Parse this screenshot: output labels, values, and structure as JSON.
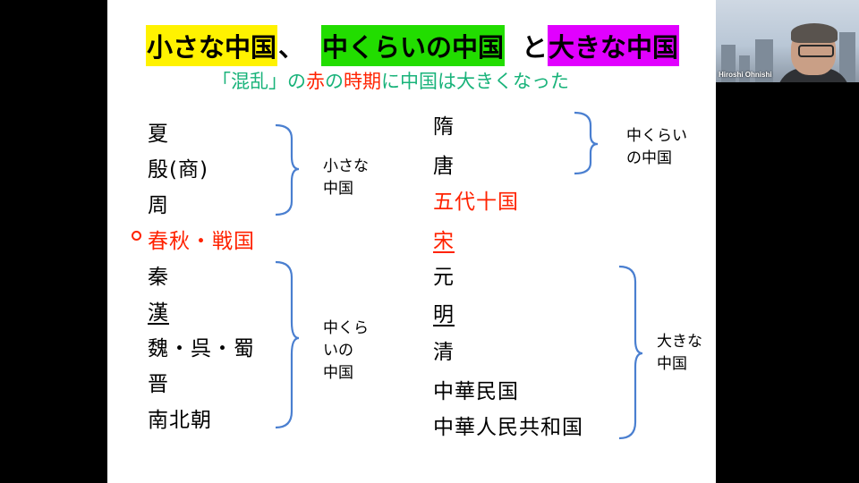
{
  "title": {
    "part1": "小さな中国",
    "sep": "、",
    "part2": "中くらいの中国",
    "mid": "と",
    "part3": "大きな中国",
    "colors": {
      "yellow": "#fff200",
      "green": "#22dd00",
      "magenta": "#e100ff"
    }
  },
  "subtitle": {
    "bracket_open": "「",
    "word1": "混乱",
    "bracket_close": "」",
    "p1": "の",
    "word2": "赤",
    "p2": "の",
    "word3": "時期",
    "p3": "に中国は大きくなった",
    "colors": {
      "green": "#19b37a",
      "red": "#ff2200"
    }
  },
  "left_column": [
    "夏",
    "殷(商)",
    "周",
    "春秋・戦国",
    "秦",
    "漢",
    "魏・呉・蜀",
    "晋",
    "南北朝"
  ],
  "right_column": [
    "隋",
    "唐",
    "五代十国",
    "宋",
    "元",
    "明",
    "清",
    "中華民国",
    "中華人民共和国"
  ],
  "brace_labels": {
    "small": "小さな\n中国",
    "middle_left": "中くら\nいの\n中国",
    "middle_right": "中くらい\nの中国",
    "large": "大きな\n中国"
  },
  "webcam": {
    "name": "Hiroshi Ohnishi",
    "icon": "person-video-thumbnail"
  },
  "brace_color": "#4a7fd0",
  "marker_color": "#ff2200"
}
